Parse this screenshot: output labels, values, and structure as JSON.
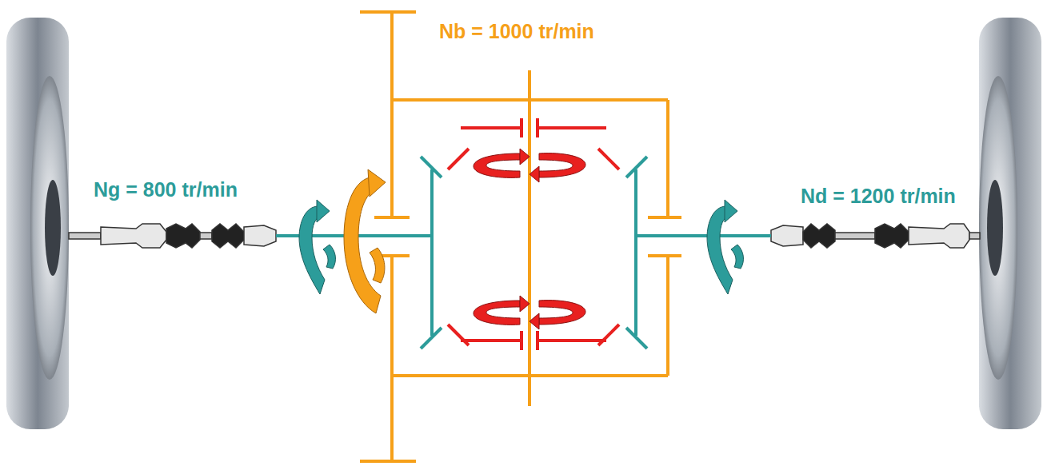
{
  "diagram": {
    "labels": [
      "Nb = 1000 tr/min",
      "Ng = 800 tr/min",
      "Nd = 1200 tr/min"
    ]
  }
}
